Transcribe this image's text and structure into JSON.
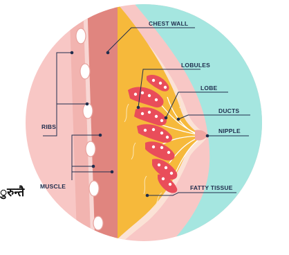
{
  "labels": {
    "chest_wall": "CHEST WALL",
    "lobules": "LOBULES",
    "lobe": "LOBE",
    "ducts": "DUCTS",
    "nipple": "NIPPLE",
    "ribs": "RIBS",
    "muscle": "MUSCLE",
    "fatty_tissue": "FATTY TISSUE"
  },
  "side_text": "ुरुन्तै",
  "colors": {
    "background_circle_left": "#f8c7c5",
    "background_circle_right": "#a5e6e0",
    "chest_wall": "#e0857f",
    "fatty_tissue": "#f6b93b",
    "lobules": "#e94d5a",
    "skin": "#fbe2d6",
    "label_text": "#1f2d4d"
  }
}
